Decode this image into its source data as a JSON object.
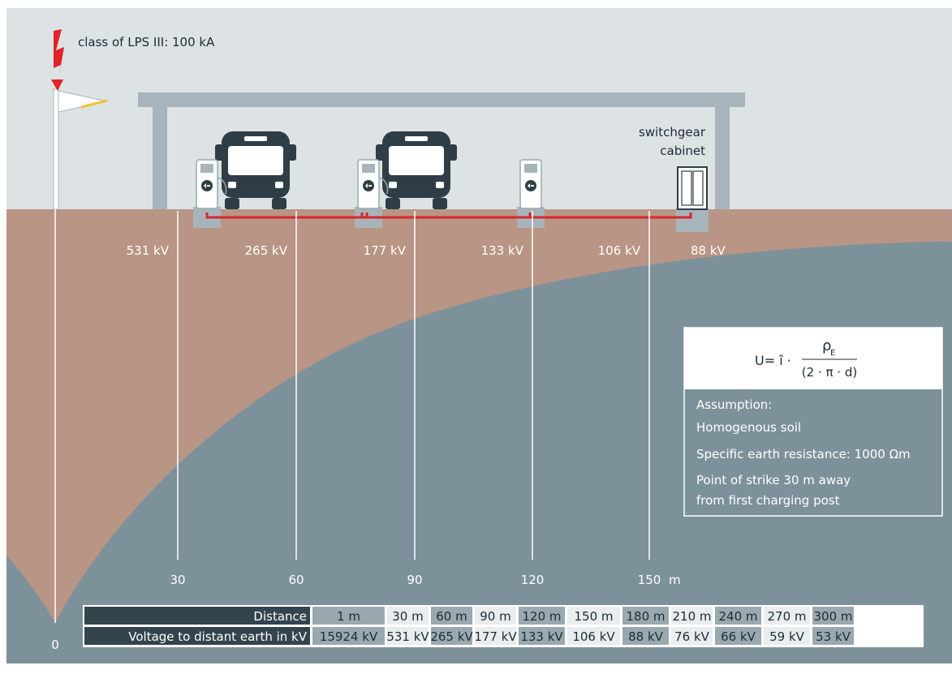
{
  "strike_label": "class of LPS III: 100 kA",
  "cabinet_label_line1": "switchgear",
  "cabinet_label_line2": "cabinet",
  "voltage_labels": [
    "531 kV",
    "265 kV",
    "177 kV",
    "133 kV",
    "106 kV",
    "88 kV"
  ],
  "distance_axis": {
    "origin": "0",
    "ticks": [
      "30",
      "60",
      "90",
      "120",
      "150"
    ],
    "unit": "m"
  },
  "formula": {
    "lhs": "U= î ·",
    "numerator": "ρ",
    "numerator_sub": "E",
    "denominator": "(2 · π · d)"
  },
  "assumption": {
    "title": "Assumption:",
    "lines": [
      "Homogenous soil",
      "Specific earth resistance: 1000 Ωm",
      "Point of strike 30 m away",
      "from first charging post"
    ]
  },
  "table": {
    "row_headers": [
      "Distance",
      "Voltage to distant earth in kV"
    ],
    "distances": [
      "1 m",
      "30 m",
      "60 m",
      "90 m",
      "120 m",
      "150 m",
      "180 m",
      "210 m",
      "240 m",
      "270 m",
      "300 m"
    ],
    "voltages": [
      "15924 kV",
      "531 kV",
      "265 kV",
      "177 kV",
      "133 kV",
      "106 kV",
      "88 kV",
      "76 kV",
      "66 kV",
      "59 kV",
      "53 kV"
    ],
    "highlighted_columns": [
      0,
      2,
      4,
      6,
      8,
      10
    ]
  },
  "colors": {
    "sky": "#dde2e5",
    "ground": "#b89584",
    "potential": "#7d919b",
    "canopy": "#a8b4bb",
    "bus": "#2f3e46",
    "cable": "#d7262f",
    "lightning": "#e1232a",
    "table_header": "#34444d",
    "cell_dark": "#9aa8b0",
    "cell_light": "#e9edef"
  }
}
